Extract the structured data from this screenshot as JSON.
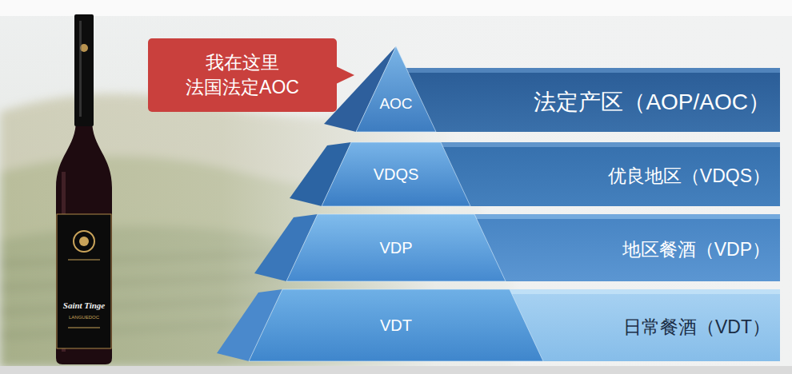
{
  "diagram": {
    "nodes": [
      {
        "text": [
          "我在这里 法国法定AOC"
        ]
      },
      {
        "text": [
          "AOC",
          "法定产区（AOP/AOC）"
        ]
      },
      {
        "text": [
          "VDQS",
          "优良地区（VDQS）"
        ]
      },
      {
        "text": [
          "VDP",
          "地区餐酒（VDP）"
        ]
      },
      {
        "text": [
          "VDT",
          "日常餐酒（VDT）"
        ]
      }
    ],
    "labels": [
      "Saint Tinge",
      "LANGUEDOC"
    ]
  }
}
